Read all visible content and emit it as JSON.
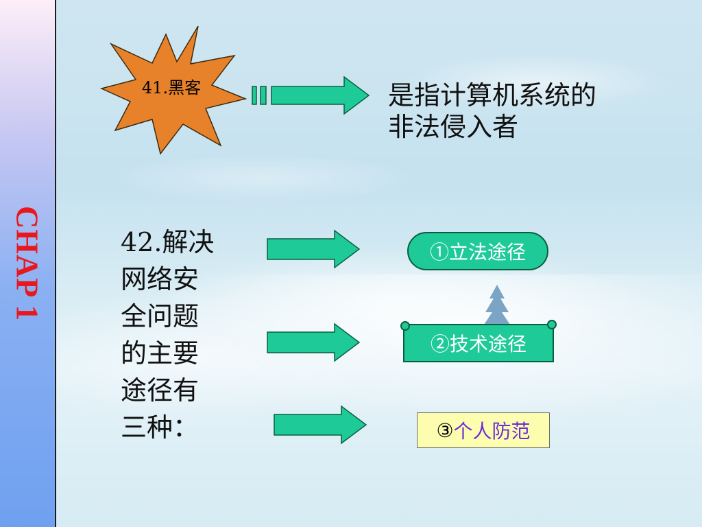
{
  "sidebar": {
    "label": "CHAP 1"
  },
  "item41": {
    "label": "41.黑客",
    "definition_line1": "是指计算机系统的",
    "definition_line2": "非法侵入者"
  },
  "item42": {
    "lines": [
      "42.解决",
      "网络安",
      "全问题",
      "的主要",
      "途径有",
      "三种："
    ],
    "ways": [
      {
        "label": "①立法途径"
      },
      {
        "label": "②技术途径"
      },
      {
        "number": "③",
        "label": "个人防范"
      }
    ]
  },
  "colors": {
    "star_fill": "#e8822a",
    "arrow_fill": "#1ecb98",
    "chap_text": "#e8181e",
    "box_fill": "#fdfdb0",
    "box_text_accent": "#6b2fd6"
  }
}
